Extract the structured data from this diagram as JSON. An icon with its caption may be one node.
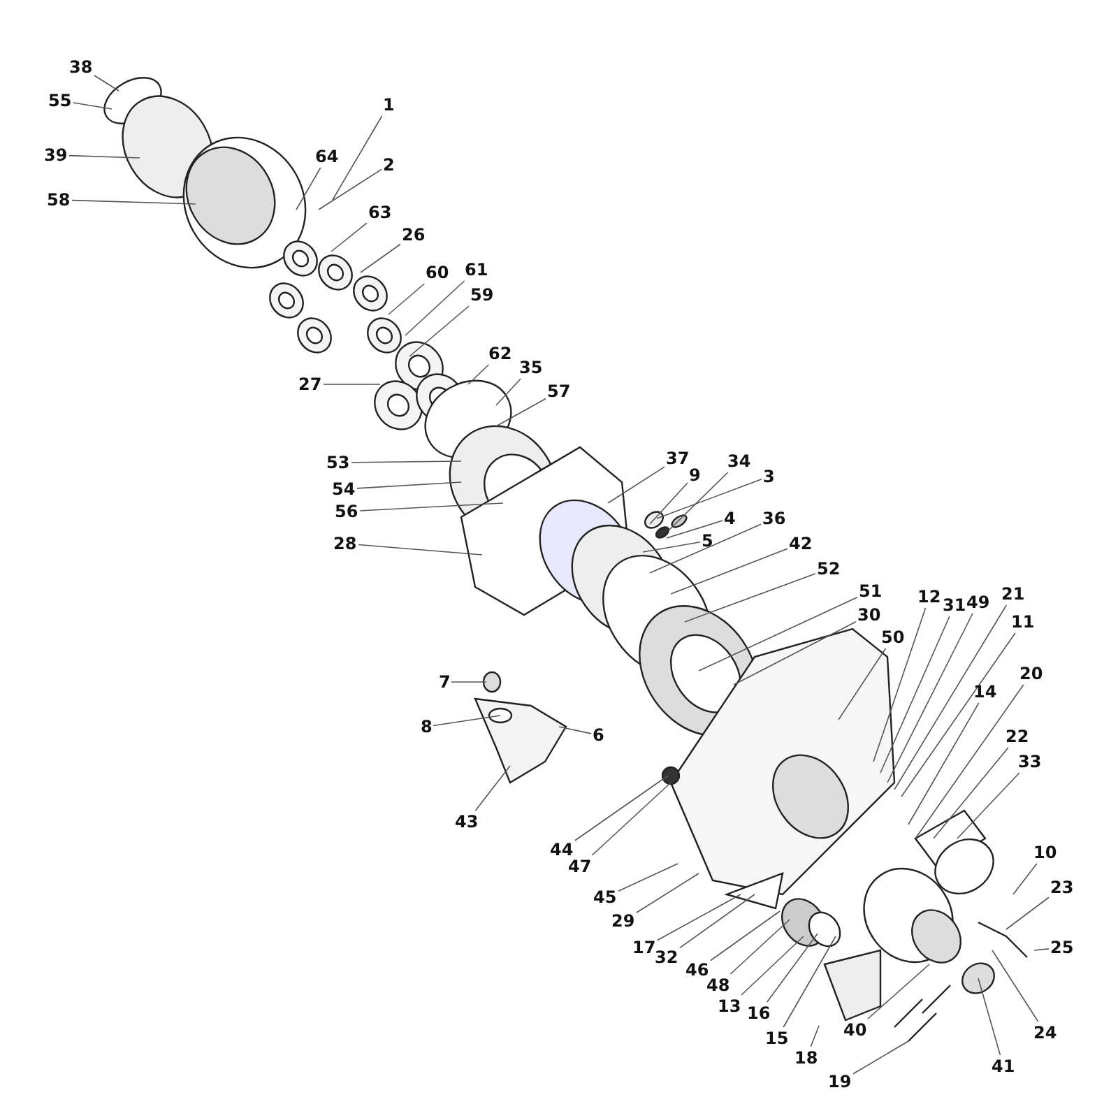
{
  "diagram": {
    "nodes": [
      {
        "text": [
          "38"
        ]
      },
      {
        "text": [
          "55"
        ]
      },
      {
        "text": [
          "39"
        ]
      },
      {
        "text": [
          "58"
        ]
      },
      {
        "text": [
          "1"
        ]
      },
      {
        "text": [
          "64"
        ]
      },
      {
        "text": [
          "2"
        ]
      },
      {
        "text": [
          "63"
        ]
      },
      {
        "text": [
          "26"
        ]
      },
      {
        "text": [
          "60"
        ]
      },
      {
        "text": [
          "61"
        ]
      },
      {
        "text": [
          "59"
        ]
      },
      {
        "text": [
          "27"
        ]
      },
      {
        "text": [
          "62"
        ]
      },
      {
        "text": [
          "35"
        ]
      },
      {
        "text": [
          "57"
        ]
      },
      {
        "text": [
          "53"
        ]
      },
      {
        "text": [
          "54"
        ]
      },
      {
        "text": [
          "56"
        ]
      },
      {
        "text": [
          "28"
        ]
      },
      {
        "text": [
          "37"
        ]
      },
      {
        "text": [
          "9"
        ]
      },
      {
        "text": [
          "34"
        ]
      },
      {
        "text": [
          "3"
        ]
      },
      {
        "text": [
          "4"
        ]
      },
      {
        "text": [
          "5"
        ]
      },
      {
        "text": [
          "36"
        ]
      },
      {
        "text": [
          "42"
        ]
      },
      {
        "text": [
          "52"
        ]
      },
      {
        "text": [
          "51"
        ]
      },
      {
        "text": [
          "30"
        ]
      },
      {
        "text": [
          "50"
        ]
      },
      {
        "text": [
          "12"
        ]
      },
      {
        "text": [
          "31"
        ]
      },
      {
        "text": [
          "49"
        ]
      },
      {
        "text": [
          "21"
        ]
      },
      {
        "text": [
          "11"
        ]
      },
      {
        "text": [
          "14"
        ]
      },
      {
        "text": [
          "20"
        ]
      },
      {
        "text": [
          "22"
        ]
      },
      {
        "text": [
          "33"
        ]
      },
      {
        "text": [
          "10"
        ]
      },
      {
        "text": [
          "23"
        ]
      },
      {
        "text": [
          "25"
        ]
      },
      {
        "text": [
          "24"
        ]
      },
      {
        "text": [
          "41"
        ]
      },
      {
        "text": [
          "40"
        ]
      },
      {
        "text": [
          "19"
        ]
      },
      {
        "text": [
          "18"
        ]
      },
      {
        "text": [
          "15"
        ]
      },
      {
        "text": [
          "16"
        ]
      },
      {
        "text": [
          "13"
        ]
      },
      {
        "text": [
          "48"
        ]
      },
      {
        "text": [
          "46"
        ]
      },
      {
        "text": [
          "32"
        ]
      },
      {
        "text": [
          "17"
        ]
      },
      {
        "text": [
          "29"
        ]
      },
      {
        "text": [
          "45"
        ]
      },
      {
        "text": [
          "47"
        ]
      },
      {
        "text": [
          "44"
        ]
      },
      {
        "text": [
          "43"
        ]
      },
      {
        "text": [
          "8"
        ]
      },
      {
        "text": [
          "6"
        ]
      },
      {
        "text": [
          "7"
        ]
      }
    ],
    "edges": [
      {
        "from": 0,
        "to": null,
        "arrow": "none"
      },
      {
        "from": 1,
        "to": null,
        "arrow": "none"
      },
      {
        "from": 2,
        "to": null,
        "arrow": "none"
      },
      {
        "from": 3,
        "to": null,
        "arrow": "none"
      },
      {
        "from": 4,
        "to": null,
        "arrow": "none"
      },
      {
        "from": 5,
        "to": null,
        "arrow": "none"
      },
      {
        "from": 6,
        "to": null,
        "arrow": "none"
      },
      {
        "from": 7,
        "to": null,
        "arrow": "none"
      },
      {
        "from": 8,
        "to": null,
        "arrow": "none"
      },
      {
        "from": 9,
        "to": null,
        "arrow": "none"
      },
      {
        "from": 10,
        "to": null,
        "arrow": "none"
      },
      {
        "from": 11,
        "to": null,
        "arrow": "none"
      },
      {
        "from": 12,
        "to": null,
        "arrow": "none"
      },
      {
        "from": 13,
        "to": null,
        "arrow": "none"
      },
      {
        "from": 14,
        "to": null,
        "arrow": "none"
      },
      {
        "from": 15,
        "to": null,
        "arrow": "none"
      },
      {
        "from": 16,
        "to": null,
        "arrow": "none"
      },
      {
        "from": 17,
        "to": null,
        "arrow": "none"
      },
      {
        "from": 18,
        "to": null,
        "arrow": "none"
      },
      {
        "from": 19,
        "to": null,
        "arrow": "none"
      },
      {
        "from": 20,
        "to": null,
        "arrow": "none"
      },
      {
        "from": 21,
        "to": null,
        "arrow": "none"
      },
      {
        "from": 22,
        "to": null,
        "arrow": "none"
      },
      {
        "from": 23,
        "to": null,
        "arrow": "none"
      },
      {
        "from": 24,
        "to": null,
        "arrow": "none"
      },
      {
        "from": 25,
        "to": null,
        "arrow": "none"
      },
      {
        "from": 26,
        "to": null,
        "arrow": "none"
      },
      {
        "from": 27,
        "to": null,
        "arrow": "none"
      },
      {
        "from": 28,
        "to": null,
        "arrow": "none"
      },
      {
        "from": 29,
        "to": null,
        "arrow": "none"
      },
      {
        "from": 30,
        "to": null,
        "arrow": "none"
      },
      {
        "from": 31,
        "to": null,
        "arrow": "none"
      },
      {
        "from": 32,
        "to": null,
        "arrow": "none"
      },
      {
        "from": 33,
        "to": null,
        "arrow": "none"
      },
      {
        "from": 34,
        "to": null,
        "arrow": "none"
      },
      {
        "from": 35,
        "to": null,
        "arrow": "none"
      },
      {
        "from": 36,
        "to": null,
        "arrow": "none"
      },
      {
        "from": 37,
        "to": null,
        "arrow": "none"
      },
      {
        "from": 38,
        "to": null,
        "arrow": "none"
      },
      {
        "from": 39,
        "to": null,
        "arrow": "none"
      },
      {
        "from": 40,
        "to": null,
        "arrow": "none"
      },
      {
        "from": 41,
        "to": null,
        "arrow": "none"
      },
      {
        "from": 42,
        "to": null,
        "arrow": "none"
      },
      {
        "from": 43,
        "to": null,
        "arrow": "none"
      },
      {
        "from": 44,
        "to": null,
        "arrow": "none"
      },
      {
        "from": 45,
        "to": null,
        "arrow": "none"
      },
      {
        "from": 46,
        "to": null,
        "arrow": "none"
      },
      {
        "from": 47,
        "to": null,
        "arrow": "none"
      },
      {
        "from": 48,
        "to": null,
        "arrow": "none"
      },
      {
        "from": 49,
        "to": null,
        "arrow": "none"
      },
      {
        "from": 50,
        "to": null,
        "arrow": "none"
      },
      {
        "from": 51,
        "to": null,
        "arrow": "none"
      },
      {
        "from": 52,
        "to": null,
        "arrow": "none"
      },
      {
        "from": 53,
        "to": null,
        "arrow": "none"
      },
      {
        "from": 54,
        "to": null,
        "arrow": "none"
      },
      {
        "from": 55,
        "to": null,
        "arrow": "none"
      },
      {
        "from": 56,
        "to": null,
        "arrow": "none"
      },
      {
        "from": 57,
        "to": null,
        "arrow": "none"
      },
      {
        "from": 58,
        "to": null,
        "arrow": "none"
      },
      {
        "from": 59,
        "to": null,
        "arrow": "none"
      },
      {
        "from": 60,
        "to": null,
        "arrow": "none"
      },
      {
        "from": 61,
        "to": null,
        "arrow": "none"
      },
      {
        "from": 62,
        "to": null,
        "arrow": "none"
      },
      {
        "from": 63,
        "to": null,
        "arrow": "none"
      }
    ]
  }
}
